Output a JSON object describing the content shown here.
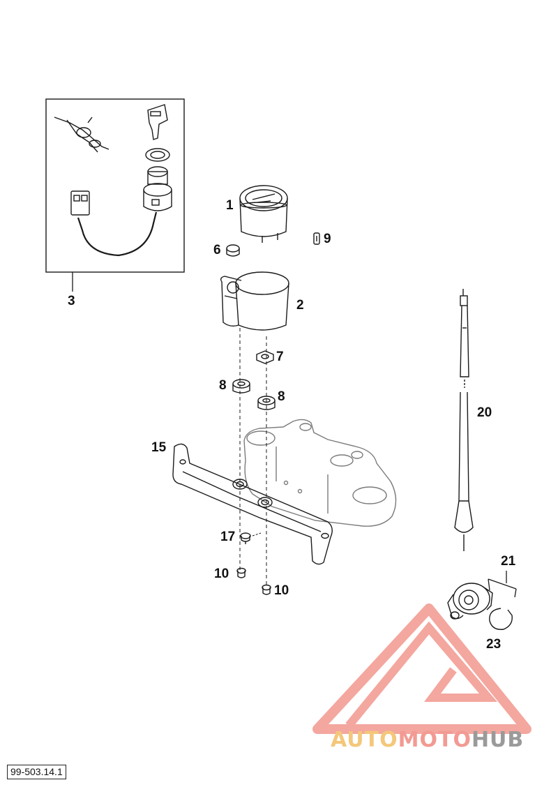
{
  "callouts": [
    {
      "id": "c1",
      "text": "1"
    },
    {
      "id": "c2",
      "text": "2"
    },
    {
      "id": "c3",
      "text": "3"
    },
    {
      "id": "c6",
      "text": "6"
    },
    {
      "id": "c7",
      "text": "7"
    },
    {
      "id": "c8a",
      "text": "8"
    },
    {
      "id": "c8b",
      "text": "8"
    },
    {
      "id": "c9",
      "text": "9"
    },
    {
      "id": "c10a",
      "text": "10"
    },
    {
      "id": "c10b",
      "text": "10"
    },
    {
      "id": "c15",
      "text": "15"
    },
    {
      "id": "c17",
      "text": "17"
    },
    {
      "id": "c20",
      "text": "20"
    },
    {
      "id": "c21",
      "text": "21"
    },
    {
      "id": "c23",
      "text": "23"
    }
  ],
  "document_number": "99-503.14.1",
  "watermark": {
    "part1": "AUTO",
    "part2": "MOTO",
    "part3": "HUB",
    "color1": "#f4c77a",
    "color2": "#f29a93",
    "color3": "#9a9a9a",
    "logo_color": "#f08a80"
  },
  "colors": {
    "line": "#1a1a1a",
    "ghost": "#7a7a7a"
  }
}
